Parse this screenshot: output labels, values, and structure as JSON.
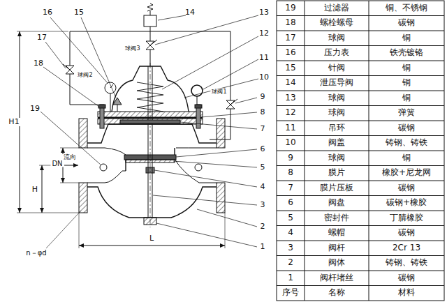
{
  "diagram": {
    "labels": [
      "16",
      "15",
      "14",
      "13",
      "17",
      "12",
      "11",
      "18",
      "10",
      "19",
      "9",
      "8",
      "7",
      "6",
      "5",
      "4",
      "3",
      "2",
      "1",
      "球阀3",
      "球阀2",
      "球阀1",
      "流向",
      "H1",
      "DN",
      "H",
      "L",
      "n－φd",
      "19",
      "过滤器",
      "铜、不锈钢",
      "18",
      "螺栓螺母",
      "碳钢",
      "17",
      "球阀",
      "铜",
      "16",
      "压力表",
      "铁壳镀铬",
      "15",
      "针阀",
      "铜",
      "14",
      "泄压导阀",
      "铜",
      "13",
      "球阀",
      "铜",
      "12",
      "球阀",
      "弹簧",
      "11",
      "吊环",
      "碳钢",
      "10",
      "阀盖",
      "铸钢、铸铁",
      "9",
      "球阀",
      "铜",
      "8",
      "膜片",
      "橡胶+尼龙网",
      "7",
      "膜片压板",
      "碳钢",
      "6",
      "阀盘",
      "碳钢+橡胶",
      "5",
      "密封件",
      "丁腈橡胶",
      "4",
      "螺帽",
      "碳钢",
      "3",
      "阀杆",
      "2Cr 13",
      "2",
      "阀体",
      "铸钢、铸铁",
      "1",
      "阀杆堵丝",
      "碳钢",
      "序号",
      "名称",
      "材料"
    ]
  }
}
